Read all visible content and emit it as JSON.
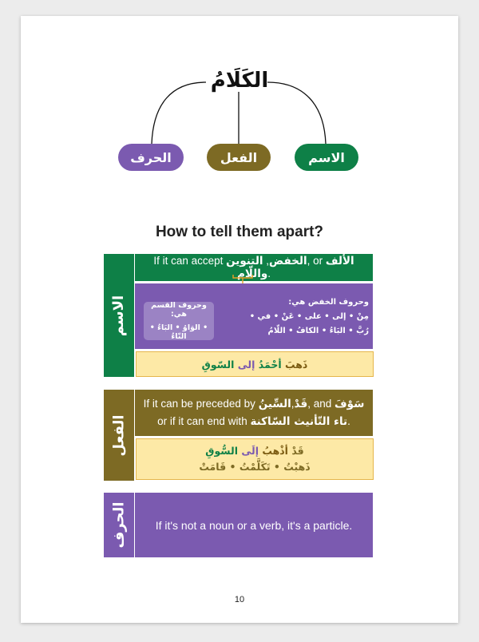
{
  "diagram": {
    "root": "الكَلَامُ",
    "branches": [
      {
        "label": "الاسم",
        "color": "#0e8047"
      },
      {
        "label": "الفعل",
        "color": "#7d6a24"
      },
      {
        "label": "الحرف",
        "color": "#7b5ab0"
      }
    ]
  },
  "heading": "How to tell them apart?",
  "ism": {
    "side": "الاسم",
    "rule": {
      "pre": "If it can accept ",
      "khafd": "الخفض",
      "sep": ", ",
      "tanween": "التنوين",
      "or": ", or ",
      "alif": "الألف واللّام",
      "post": "."
    },
    "khafd_letters": {
      "title": "وحروف الخفض هي:",
      "line1": "مِنْ • إلى • على • عَنْ • في •",
      "line2": "رُبَّ • البَاءُ • الكافُ • اللّامُ"
    },
    "qasam_letters": {
      "title": "وحروف القسم هي:",
      "line1": "• الوَاوُ • البَاءُ • التّاءُ"
    },
    "example": {
      "w1": "ذَهبَ",
      "w2": "أحْمَدُ",
      "w3": "إلى",
      "w4": "السّوقِ"
    }
  },
  "fil": {
    "side": "الفعل",
    "rule_line1_pre": "If it can be preceded by ",
    "qad": "قَدْ",
    "comma": ",",
    "seen": "السِّينُ",
    "and": ", and ",
    "sawfa": "سَوْفَ",
    "rule_line2_pre": "or if it can end with ",
    "taa": "تاء التّأنيث السّاكنة",
    "rule_line2_post": ".",
    "example1": {
      "w1": "قَدْ",
      "w2": "أذْهبُ",
      "w3": "إلَى",
      "w4": "السُّوقِ"
    },
    "example2": "ذَهبْتُ • تَكَلَّمْتُ • قَامَتْ"
  },
  "harf": {
    "side": "الحرف",
    "rule": "If it's not a noun or a verb, it's a particle."
  },
  "page_number": "10"
}
